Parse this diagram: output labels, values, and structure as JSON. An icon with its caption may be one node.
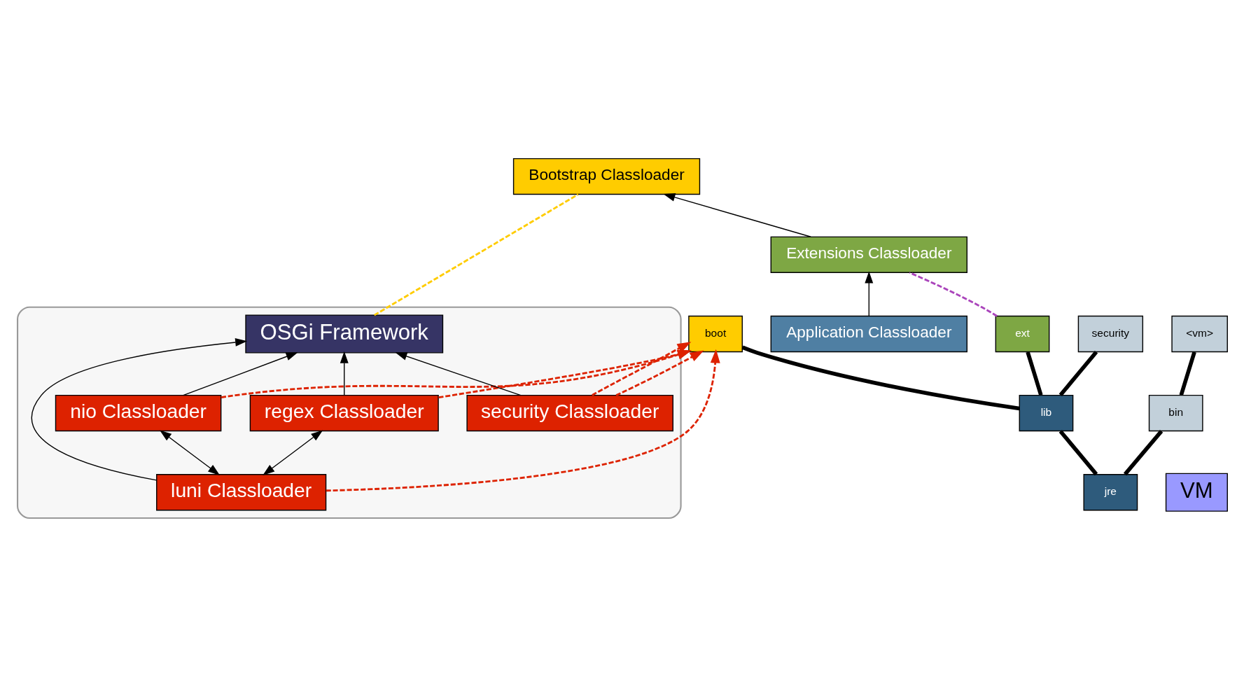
{
  "diagram": {
    "nodes": [
      {
        "text": [],
        "shape": "ellipse"
      },
      {
        "text": [
          "OSGi Framework"
        ],
        "in": 0
      },
      {
        "text": [
          "luni Classloader"
        ],
        "in": 0
      },
      {
        "text": [
          "nio Classloader"
        ],
        "in": 0
      },
      {
        "text": [
          "regex Classloader"
        ],
        "in": 0
      },
      {
        "text": [
          "security Classloader"
        ],
        "in": 0
      },
      {
        "text": [
          "jre"
        ]
      },
      {
        "text": [
          "bin"
        ]
      },
      {
        "text": [
          "<vm>"
        ]
      },
      {
        "text": [
          "lib"
        ]
      },
      {
        "text": [
          "boot"
        ]
      },
      {
        "text": [
          "ext"
        ]
      },
      {
        "text": [
          "security"
        ]
      },
      {
        "text": [
          "VM"
        ]
      },
      {
        "text": [
          "Bootstrap Classloader"
        ]
      },
      {
        "text": [
          "Extensions Classloader"
        ]
      },
      {
        "text": [
          "Application Classloader"
        ]
      }
    ],
    "edges": [
      {
        "from": 2,
        "to": 1,
        "arrow": "to"
      },
      {
        "from": 4,
        "to": 1,
        "arrow": "to"
      },
      {
        "from": 5,
        "to": 1,
        "arrow": "to"
      },
      {
        "from": 3,
        "to": 1,
        "arrow": "to"
      },
      {
        "from": 2,
        "to": 3,
        "arrow": "both"
      },
      {
        "from": 2,
        "to": 4,
        "arrow": "both"
      },
      {
        "from": 2,
        "to": 10,
        "arrow": "to",
        "style": "dashed",
        "color": "#dd2200"
      },
      {
        "from": 4,
        "to": 10,
        "arrow": "to",
        "style": "dashed",
        "color": "#dd2200"
      },
      {
        "from": 5,
        "to": 10,
        "arrow": "to",
        "style": "dashed",
        "color": "#dd2200"
      },
      {
        "from": 5,
        "to": 10,
        "arrow": "to",
        "style": "dashed",
        "color": "#dd2200"
      },
      {
        "from": 3,
        "to": 10,
        "arrow": "to",
        "style": "dashed",
        "color": "#dd2200"
      },
      {
        "from": 1,
        "to": 14,
        "arrow": "none",
        "style": "dashed",
        "color": "#ffcc00"
      },
      {
        "from": 11,
        "to": 15,
        "arrow": "none",
        "style": "dashed",
        "color": "#aa44bb"
      },
      {
        "from": 15,
        "to": 14,
        "arrow": "to"
      },
      {
        "from": 16,
        "to": 15,
        "arrow": "to"
      },
      {
        "from": 6,
        "to": 7,
        "arrow": "none",
        "style": "thick"
      },
      {
        "from": 7,
        "to": 8,
        "arrow": "none",
        "style": "thick"
      },
      {
        "from": 6,
        "to": 9,
        "arrow": "none",
        "style": "thick"
      },
      {
        "from": 9,
        "to": 10,
        "arrow": "none",
        "style": "thick"
      },
      {
        "from": 9,
        "to": 11,
        "arrow": "none",
        "style": "thick"
      },
      {
        "from": 9,
        "to": 12,
        "arrow": "none",
        "style": "thick"
      }
    ]
  }
}
